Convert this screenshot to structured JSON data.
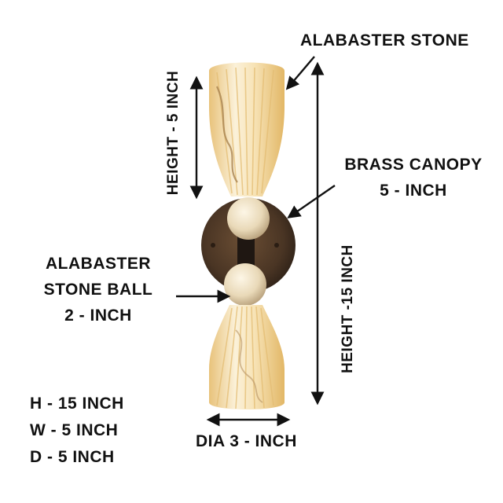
{
  "labels": {
    "alabaster_stone": "ALABASTER STONE",
    "brass_canopy_line1": "BRASS CANOPY",
    "brass_canopy_line2": "5 - INCH",
    "stone_ball_line1": "ALABASTER",
    "stone_ball_line2": "STONE BALL",
    "stone_ball_line3": "2 - INCH",
    "height_5": "HEIGHT - 5 INCH",
    "height_15": "HEIGHT -15 INCH",
    "dia": "DIA 3 - INCH"
  },
  "specs": {
    "h": "H - 15 INCH",
    "w": "W - 5 INCH",
    "d": "D - 5 INCH"
  },
  "colors": {
    "text": "#111111",
    "alabaster_light": "#fbf1d9",
    "alabaster_warm": "#f0cf8a",
    "alabaster_vein": "#a98350",
    "brass_canopy": "#4a3524"
  }
}
